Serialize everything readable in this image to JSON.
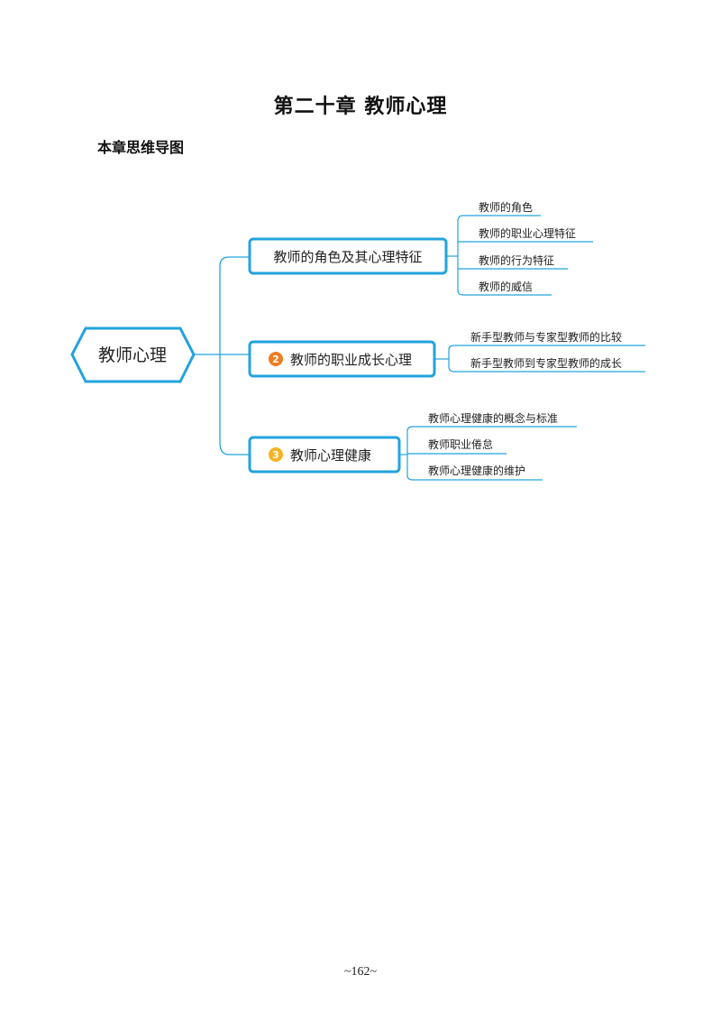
{
  "page": {
    "title": "第二十章  教师心理",
    "subtitle": "本章思维导图",
    "page_number": "~162~"
  },
  "mindmap": {
    "root": "教师心理",
    "accent_color": "#22a3dd",
    "branches": [
      {
        "label": "教师的角色及其心理特征",
        "leaves": [
          "教师的角色",
          "教师的职业心理特征",
          "教师的行为特征",
          "教师的威信"
        ]
      },
      {
        "number": "2",
        "number_color": "#f07d22",
        "label": "教师的职业成长心理",
        "leaves": [
          "新手型教师与专家型教师的比较",
          "新手型教师到专家型教师的成长"
        ]
      },
      {
        "number": "3",
        "number_color": "#f5b324",
        "label": "教师心理健康",
        "leaves": [
          "教师心理健康的概念与标准",
          "教师职业倦怠",
          "教师心理健康的维护"
        ]
      }
    ]
  }
}
